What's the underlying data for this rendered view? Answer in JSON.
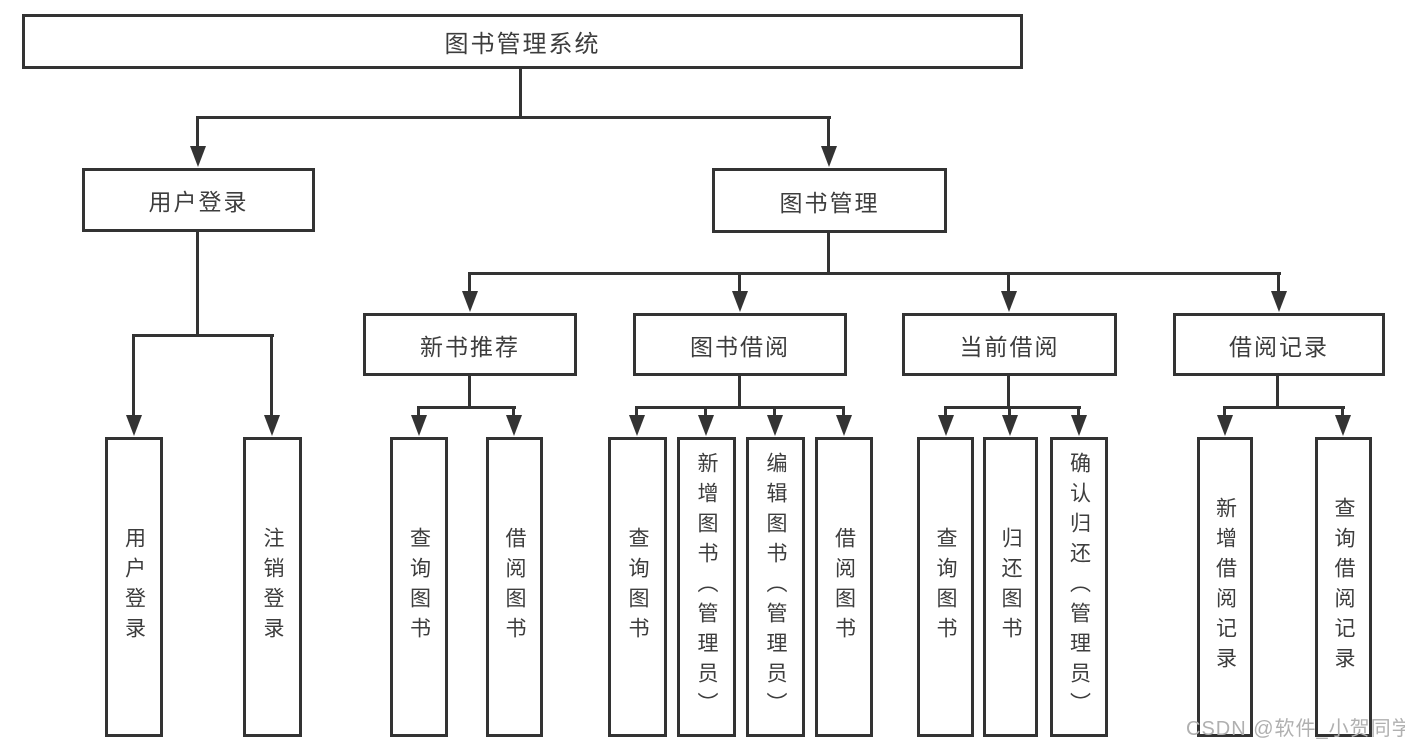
{
  "root": {
    "label": "图书管理系统"
  },
  "level2": {
    "user_login": {
      "label": "用户登录"
    },
    "book_mgmt": {
      "label": "图书管理"
    }
  },
  "user_login_children": [
    {
      "label": "用户登录"
    },
    {
      "label": "注销登录"
    }
  ],
  "sections": [
    {
      "label": "新书推荐",
      "children": [
        {
          "label": "查询图书"
        },
        {
          "label": "借阅图书"
        }
      ]
    },
    {
      "label": "图书借阅",
      "children": [
        {
          "label": "查询图书"
        },
        {
          "label": "新增图书（管理员）"
        },
        {
          "label": "编辑图书（管理员）"
        },
        {
          "label": "借阅图书"
        }
      ]
    },
    {
      "label": "当前借阅",
      "children": [
        {
          "label": "查询图书"
        },
        {
          "label": "归还图书"
        },
        {
          "label": "确认归还（管理员）"
        }
      ]
    },
    {
      "label": "借阅记录",
      "children": [
        {
          "label": "新增借阅记录"
        },
        {
          "label": "查询借阅记录"
        }
      ]
    }
  ],
  "watermark": {
    "text": "CSDN @软件_小贺同学"
  },
  "colors": {
    "line": "#333333",
    "text": "#3d3d3d",
    "background": "#ffffff",
    "watermark": "#b0b0b0"
  }
}
